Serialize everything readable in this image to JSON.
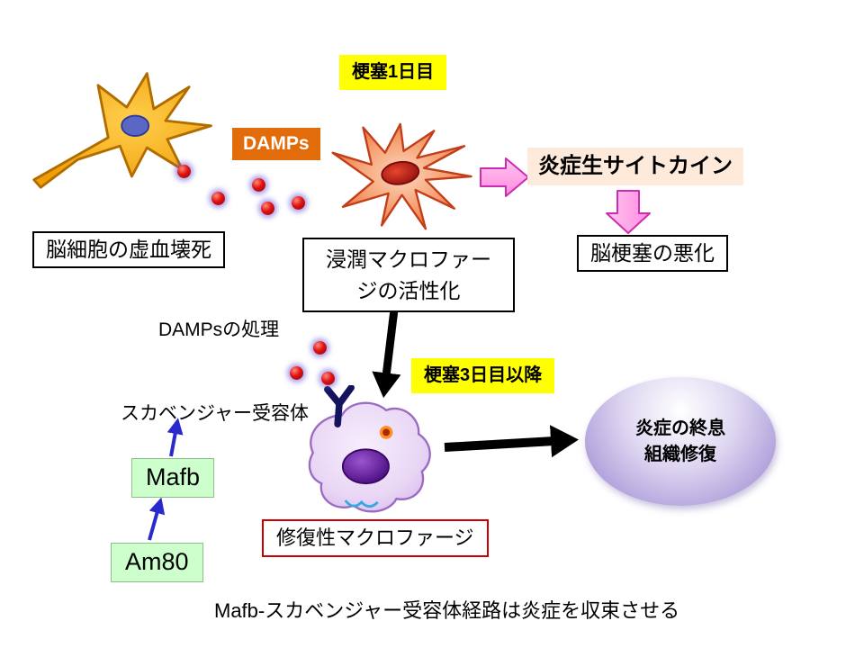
{
  "slide": {
    "caption": "Mafb-スカベンジャー受容体経路は炎症を収束させる"
  },
  "stage1": {
    "day_label": "梗塞1日目",
    "damps_label": "DAMPs",
    "necrosis_label": "脳細胞の虚血壊死",
    "activation_line1": "浸潤マクロファー",
    "activation_line2": "ジの活性化",
    "cytokine_label": "炎症生サイトカイン",
    "worsening_label": "脳梗塞の悪化"
  },
  "stage2": {
    "day_label": "梗塞3日目以降",
    "damps_processing_label": "DAMPsの処理",
    "scavenger_label": "スカベンジャー受容体",
    "mafb_label": "Mafb",
    "am80_label": "Am80",
    "repair_label": "修復性マクロファージ",
    "resolution_line1": "炎症の終息",
    "resolution_line2": "組織修復"
  },
  "icons": {
    "neuron": "neuron-cell",
    "activated_macrophage": "activated-macrophage-cell",
    "repair_macrophage": "repair-macrophage-cell",
    "damp_particle": "red-damp-particle",
    "scavenger_receptor": "y-receptor"
  },
  "colors": {
    "yellow": "#ffff00",
    "orange": "#e36c0a",
    "peach": "#fdeada",
    "green": "#ccffcc",
    "green-border": "#8fbc8f",
    "blue-arrow": "#2929cc",
    "pink-fill": "#ff8ae0",
    "pink-stroke": "#cc2cb0",
    "red-border": "#cc0000",
    "ellipse-purple": "#8d7cc6"
  }
}
